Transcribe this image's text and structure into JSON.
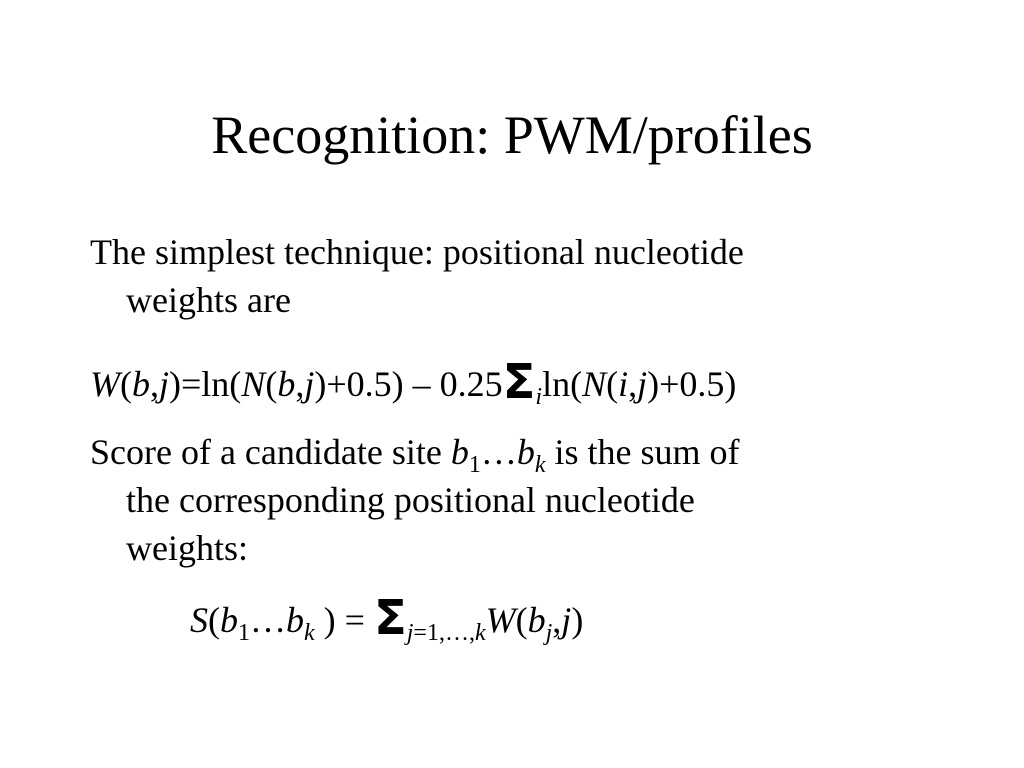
{
  "slide": {
    "title": "Recognition: PWM/profiles",
    "para1": {
      "line1": "The simplest technique: positional nucleotide",
      "line2": "weights are"
    },
    "formula1": {
      "W": "W",
      "open1": "(",
      "b": "b",
      "comma1": ",",
      "j": "j",
      "eq_ln_open": ")=ln(",
      "N": "N",
      "open2": "(",
      "b2": "b",
      "comma2": ",",
      "j2": "j",
      "plus": ")+0.5) – 0.25",
      "sigma": "Σ",
      "sub_i": "i",
      "ln2": "ln(",
      "N2": "N",
      "open3": "(",
      "i": "i",
      "comma3": ",",
      "j3": "j",
      "tail": ")+0.5)"
    },
    "para2": {
      "start": "Score of a candidate site ",
      "b1": "b",
      "sub1": "1",
      "dots": "…",
      "bk": "b",
      "subk": "k",
      "end": " is the sum of",
      "line2": "the corresponding positional nucleotide",
      "line3": "weights:"
    },
    "formula2": {
      "S": "S",
      "open": "(",
      "b1": "b",
      "sub1": "1",
      "dots": "…",
      "bk": "b",
      "subk": "k",
      "close_eq": " ) = ",
      "sigma": "Σ",
      "sub_j": "j",
      "sub_range": "=1,…,",
      "sub_k": "k",
      "W": "W",
      "open2": "(",
      "b": "b",
      "sub_bj": "j",
      "comma": ",",
      "j": "j",
      "close": ")"
    }
  }
}
